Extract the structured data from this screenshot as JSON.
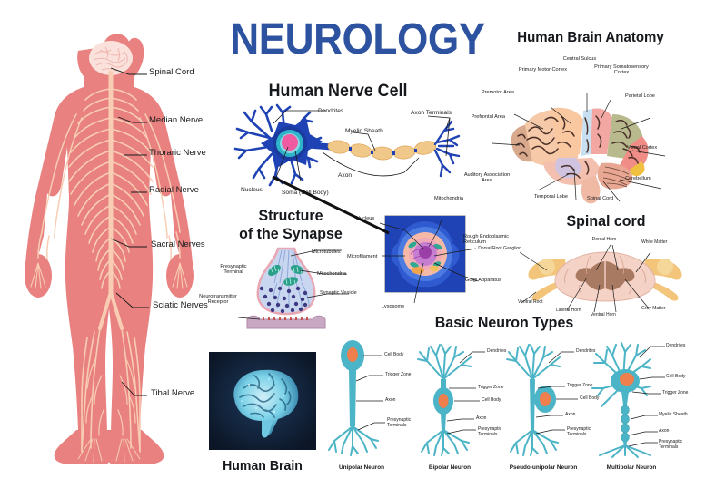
{
  "title": "NEUROLOGY",
  "colors": {
    "title_blue": "#2d52a0",
    "body_pink": "#e8817f",
    "nerve_peach": "#f8cdb4",
    "neuron_blue": "#1f43b5",
    "neuron_teal": "#4bb4c6",
    "nucleus_orange": "#ef7f4d",
    "myelin_tan": "#f0c98a",
    "brain_photo_bg": "#101d33",
    "brain_glow": "#8fe3f5",
    "spinal_gray_matter": "#a97a62",
    "spinal_white_matter": "#f3cfc2",
    "synapse_blue": "#b9c8e8",
    "label_text": "#1a1a1a"
  },
  "nervous_system": {
    "name": "Human Nervous System Figure",
    "labels": [
      "Spinal Cord",
      "Median Nerve",
      "Thoraric Nerve",
      "Radial Nerve",
      "Sacral Nerves",
      "Sciatic Nerves",
      "Tibal Nerve"
    ]
  },
  "nerve_cell": {
    "heading": "Human Nerve Cell",
    "labels": [
      "Dendrites",
      "Myelin Sheath",
      "Axon Terminals",
      "Axon",
      "Nucleus",
      "Soma (Cell Body)"
    ]
  },
  "brain_anatomy": {
    "heading": "Human Brain Anatomy",
    "labels": [
      "Central Sulcus",
      "Primary Motor Cortex",
      "Primary Somatosensory Cortex",
      "Premotor Area",
      "Parietal Lobe",
      "Prefrontal Area",
      "Visual Cortex",
      "Auditory Association Area",
      "Cerebellum",
      "Temporal Lobe",
      "Spinal Cord"
    ]
  },
  "synapse": {
    "heading_line1": "Structure",
    "heading_line2": "of the Synapse",
    "labels": [
      "Microtubules",
      "Mitochondria",
      "Synaptic Vesicle",
      "Presynaptic Terminal",
      "Neurotransmitter Receptor"
    ]
  },
  "cell_structure": {
    "labels": [
      "Nucleus",
      "Mitochondria",
      "Rough Endoplasmic Reticulum",
      "Golgi Apparatus",
      "Lysosome",
      "Microfilament"
    ]
  },
  "spinal_cord": {
    "heading": "Spinal cord",
    "labels": [
      "Dorsal Horn",
      "White Matter",
      "Dorsal Root Ganglion",
      "Ventral Root",
      "Lateral Horn",
      "Ventral Horn",
      "Gray Matter"
    ]
  },
  "human_brain_photo": {
    "caption": "Human Brain"
  },
  "neuron_types": {
    "heading": "Basic Neuron Types",
    "items": [
      {
        "name": "Unipolar Neuron",
        "labels": [
          "Cell Body",
          "Trigger Zone",
          "Axon",
          "Presynaptic Terminals"
        ]
      },
      {
        "name": "Bipolar Neuron",
        "labels": [
          "Dendrites",
          "Trigger Zone",
          "Cell Body",
          "Axon",
          "Presynaptic Terminals"
        ]
      },
      {
        "name": "Pseudo-unipolar Neuron",
        "labels": [
          "Dendrites",
          "Trigger Zone",
          "Cell Body",
          "Axon",
          "Presynaptic Terminals"
        ]
      },
      {
        "name": "Multipolar Neuron",
        "labels": [
          "Dendrites",
          "Cell Body",
          "Trigger Zone",
          "Myelin Sheath",
          "Axon",
          "Presynaptic Terminals"
        ]
      }
    ]
  }
}
